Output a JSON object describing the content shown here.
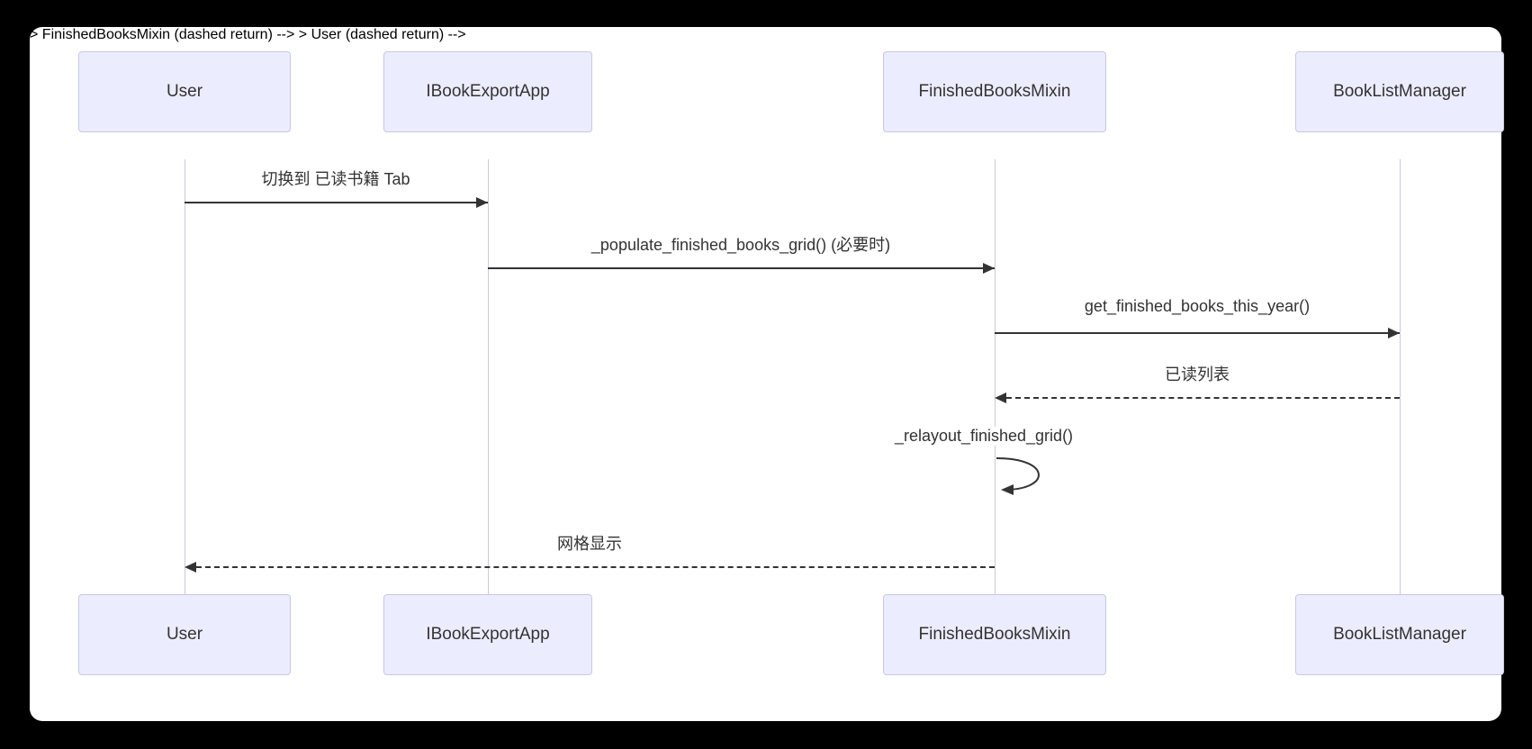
{
  "diagram": {
    "type": "sequence-diagram",
    "participants": [
      {
        "id": "user",
        "label": "User"
      },
      {
        "id": "ibook-export-app",
        "label": "IBookExportApp"
      },
      {
        "id": "finished-books-mixin",
        "label": "FinishedBooksMixin"
      },
      {
        "id": "book-list-manager",
        "label": "BookListManager"
      }
    ],
    "messages": [
      {
        "from": "User",
        "to": "IBookExportApp",
        "label": "切换到 已读书籍 Tab",
        "style": "solid"
      },
      {
        "from": "IBookExportApp",
        "to": "FinishedBooksMixin",
        "label": "_populate_finished_books_grid() (必要时)",
        "style": "solid"
      },
      {
        "from": "FinishedBooksMixin",
        "to": "BookListManager",
        "label": "get_finished_books_this_year()",
        "style": "solid"
      },
      {
        "from": "BookListManager",
        "to": "FinishedBooksMixin",
        "label": "已读列表",
        "style": "dashed"
      },
      {
        "from": "FinishedBooksMixin",
        "to": "FinishedBooksMixin",
        "label": "_relayout_finished_grid()",
        "style": "self"
      },
      {
        "from": "FinishedBooksMixin",
        "to": "User",
        "label": "网格显示",
        "style": "dashed"
      }
    ],
    "colors": {
      "background": "#000000",
      "panel": "#ffffff",
      "actor_fill": "#ECECFF",
      "actor_border": "#C7C7E8",
      "lifeline": "#C9C9E3",
      "arrow": "#333333",
      "text": "#333333"
    }
  }
}
